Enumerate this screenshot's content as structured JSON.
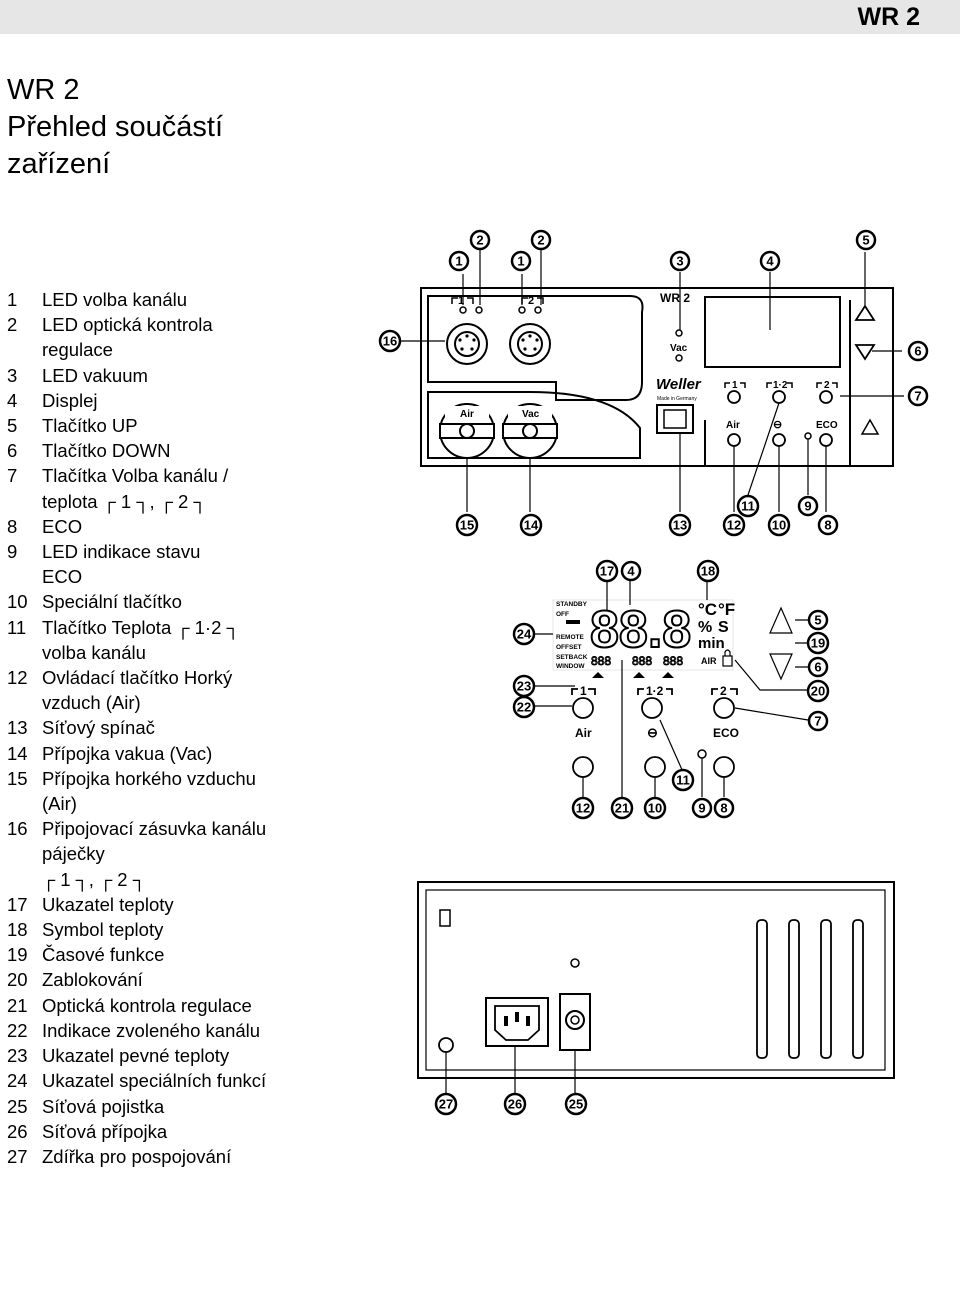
{
  "header": {
    "section": "WR 2"
  },
  "title": {
    "line1": "WR 2",
    "line2": "Přehled součástí",
    "line3": "zařízení"
  },
  "items": [
    {
      "num": "1",
      "lines": [
        "LED volba kanálu"
      ]
    },
    {
      "num": "2",
      "lines": [
        "LED optická kontrola",
        "regulace"
      ]
    },
    {
      "num": "3",
      "lines": [
        "LED vakuum"
      ]
    },
    {
      "num": "4",
      "lines": [
        "Displej"
      ]
    },
    {
      "num": "5",
      "lines": [
        "Tlačítko UP"
      ]
    },
    {
      "num": "6",
      "lines": [
        "Tlačítko DOWN"
      ]
    },
    {
      "num": "7",
      "lines": [
        "Tlačítka Volba kanálu /",
        "teplota ┌ 1 ┐, ┌ 2 ┐"
      ]
    },
    {
      "num": "8",
      "lines": [
        "ECO"
      ]
    },
    {
      "num": "9",
      "lines": [
        "LED indikace stavu",
        "ECO"
      ]
    },
    {
      "num": "10",
      "lines": [
        "Speciální tlačítko"
      ]
    },
    {
      "num": "11",
      "lines": [
        "Tlačítko Teplota ┌ 1·2 ┐",
        "volba kanálu"
      ]
    },
    {
      "num": "12",
      "lines": [
        "Ovládací tlačítko Horký",
        "vzduch (Air)"
      ]
    },
    {
      "num": "13",
      "lines": [
        "Síťový spínač"
      ]
    },
    {
      "num": "14",
      "lines": [
        "Přípojka vakua (Vac)"
      ]
    },
    {
      "num": "15",
      "lines": [
        "Přípojka horkého vzduchu",
        "(Air)"
      ]
    },
    {
      "num": "16",
      "lines": [
        "Připojovací zásuvka kanálu",
        "páječky",
        "┌ 1 ┐, ┌ 2 ┐"
      ]
    },
    {
      "num": "17",
      "lines": [
        "Ukazatel teploty"
      ]
    },
    {
      "num": "18",
      "lines": [
        "Symbol teploty"
      ]
    },
    {
      "num": "19",
      "lines": [
        "Časové funkce"
      ]
    },
    {
      "num": "20",
      "lines": [
        "Zablokování"
      ]
    },
    {
      "num": "21",
      "lines": [
        "Optická kontrola regulace"
      ]
    },
    {
      "num": "22",
      "lines": [
        "Indikace zvoleného kanálu"
      ]
    },
    {
      "num": "23",
      "lines": [
        "Ukazatel pevné teploty"
      ]
    },
    {
      "num": "24",
      "lines": [
        "Ukazatel speciálních funkcí"
      ]
    },
    {
      "num": "25",
      "lines": [
        "Síťová pojistka"
      ]
    },
    {
      "num": "26",
      "lines": [
        "Síťová přípojka"
      ]
    },
    {
      "num": "27",
      "lines": [
        "Zdířka pro pospojování"
      ]
    }
  ],
  "front_panel": {
    "channel1": "1",
    "channel2": "2",
    "model": "WR 2",
    "vac_led": "Vac",
    "brand": "Weller",
    "made_in": "Made in Germany",
    "air_knob": "Air",
    "vac_knob": "Vac",
    "btn_ch1": "1",
    "btn_ch12": "1·2",
    "btn_ch2": "2",
    "btn_air": "Air",
    "btn_eco": "ECO"
  },
  "display": {
    "standby": "STANDBY",
    "off": "OFF",
    "remote": "REMOTE",
    "offset": "OFFSET",
    "setback": "SETBACK",
    "window": "WINDOW",
    "digits": "88.8",
    "unit_c": "°C",
    "unit_f": "°F",
    "pct": "%",
    "sec": "S",
    "min": "min",
    "mini1": "888",
    "mini2": "888",
    "mini3": "888",
    "air": "AIR",
    "ch1": "1",
    "ch12": "1·2",
    "ch2": "2",
    "btn_air": "Air",
    "btn_eco": "ECO"
  }
}
